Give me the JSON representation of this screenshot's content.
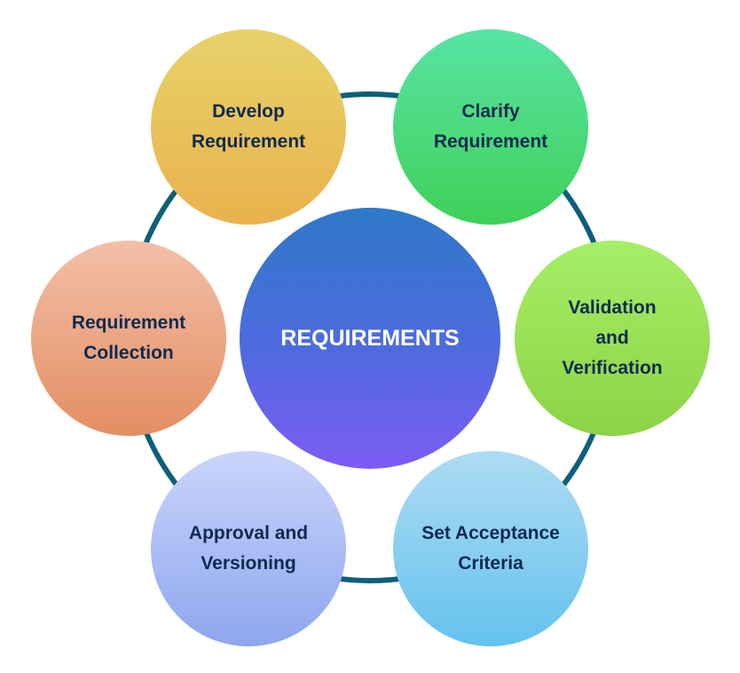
{
  "diagram": {
    "center": {
      "label": "REQUIREMENTS"
    },
    "nodes": [
      {
        "id": "develop",
        "label": "Develop\nRequirement"
      },
      {
        "id": "clarify",
        "label": "Clarify\nRequirement"
      },
      {
        "id": "validation",
        "label": "Validation\nand\nVerification"
      },
      {
        "id": "acceptance",
        "label": "Set Acceptance\nCriteria"
      },
      {
        "id": "approval",
        "label": "Approval and\nVersioning"
      },
      {
        "id": "collection",
        "label": "Requirement\nCollection"
      }
    ]
  },
  "colors": {
    "ring": "#0e5f7a",
    "label_text": "#0f2a4f",
    "center_text": "#ffffff"
  }
}
